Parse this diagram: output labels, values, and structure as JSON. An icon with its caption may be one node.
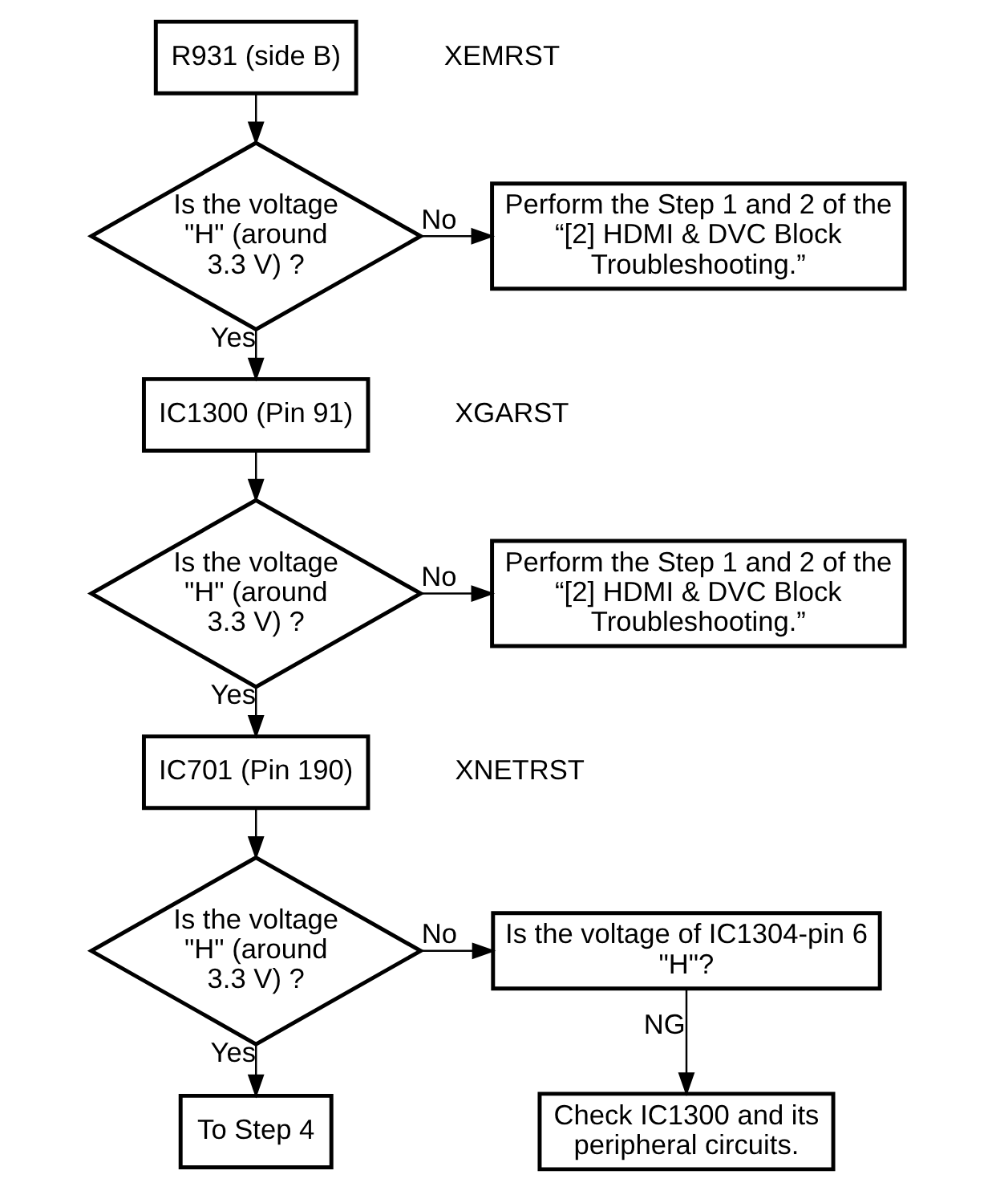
{
  "diagram": {
    "nodes": [
      {
        "text": [
          "R931 (side B)"
        ],
        "beside": [
          "XEMRST"
        ]
      },
      {
        "text": [
          "Is the voltage \"H\" (around 3.3 V) ?"
        ]
      },
      {
        "text": [
          "Perform the Step 1 and 2 of the “[2] HDMI & DVC Block Troubleshooting.”"
        ]
      },
      {
        "text": [
          "IC1300 (Pin 91)"
        ],
        "beside": [
          "XGARST"
        ]
      },
      {
        "text": [
          "Is the voltage \"H\" (around 3.3 V) ?"
        ]
      },
      {
        "text": [
          "Perform the Step 1 and 2 of the “[2] HDMI & DVC Block Troubleshooting.”"
        ]
      },
      {
        "text": [
          "IC701 (Pin 190)"
        ],
        "beside": [
          "XNETRST"
        ]
      },
      {
        "text": [
          "Is the voltage \"H\" (around 3.3 V) ?"
        ]
      },
      {
        "text": [
          "Is the voltage of IC1304-pin 6 \"H\"?"
        ]
      },
      {
        "text": [
          "Check IC1300 and its peripheral circuits."
        ]
      },
      {
        "text": [
          "To Step 4"
        ]
      }
    ],
    "edges": [
      {
        "from": 0,
        "to": 1,
        "arrow": "to"
      },
      {
        "from": 1,
        "to": 2,
        "arrow": "to",
        "label": "No"
      },
      {
        "from": 1,
        "to": 3,
        "arrow": "to",
        "label": "Yes"
      },
      {
        "from": 3,
        "to": 4,
        "arrow": "to"
      },
      {
        "from": 4,
        "to": 5,
        "arrow": "to",
        "label": "No"
      },
      {
        "from": 4,
        "to": 6,
        "arrow": "to",
        "label": "Yes"
      },
      {
        "from": 6,
        "to": 7,
        "arrow": "to"
      },
      {
        "from": 7,
        "to": 8,
        "arrow": "to",
        "label": "No"
      },
      {
        "from": 8,
        "to": 9,
        "arrow": "to",
        "label": "NG"
      },
      {
        "from": 7,
        "to": 10,
        "arrow": "to",
        "label": "Yes"
      }
    ]
  }
}
